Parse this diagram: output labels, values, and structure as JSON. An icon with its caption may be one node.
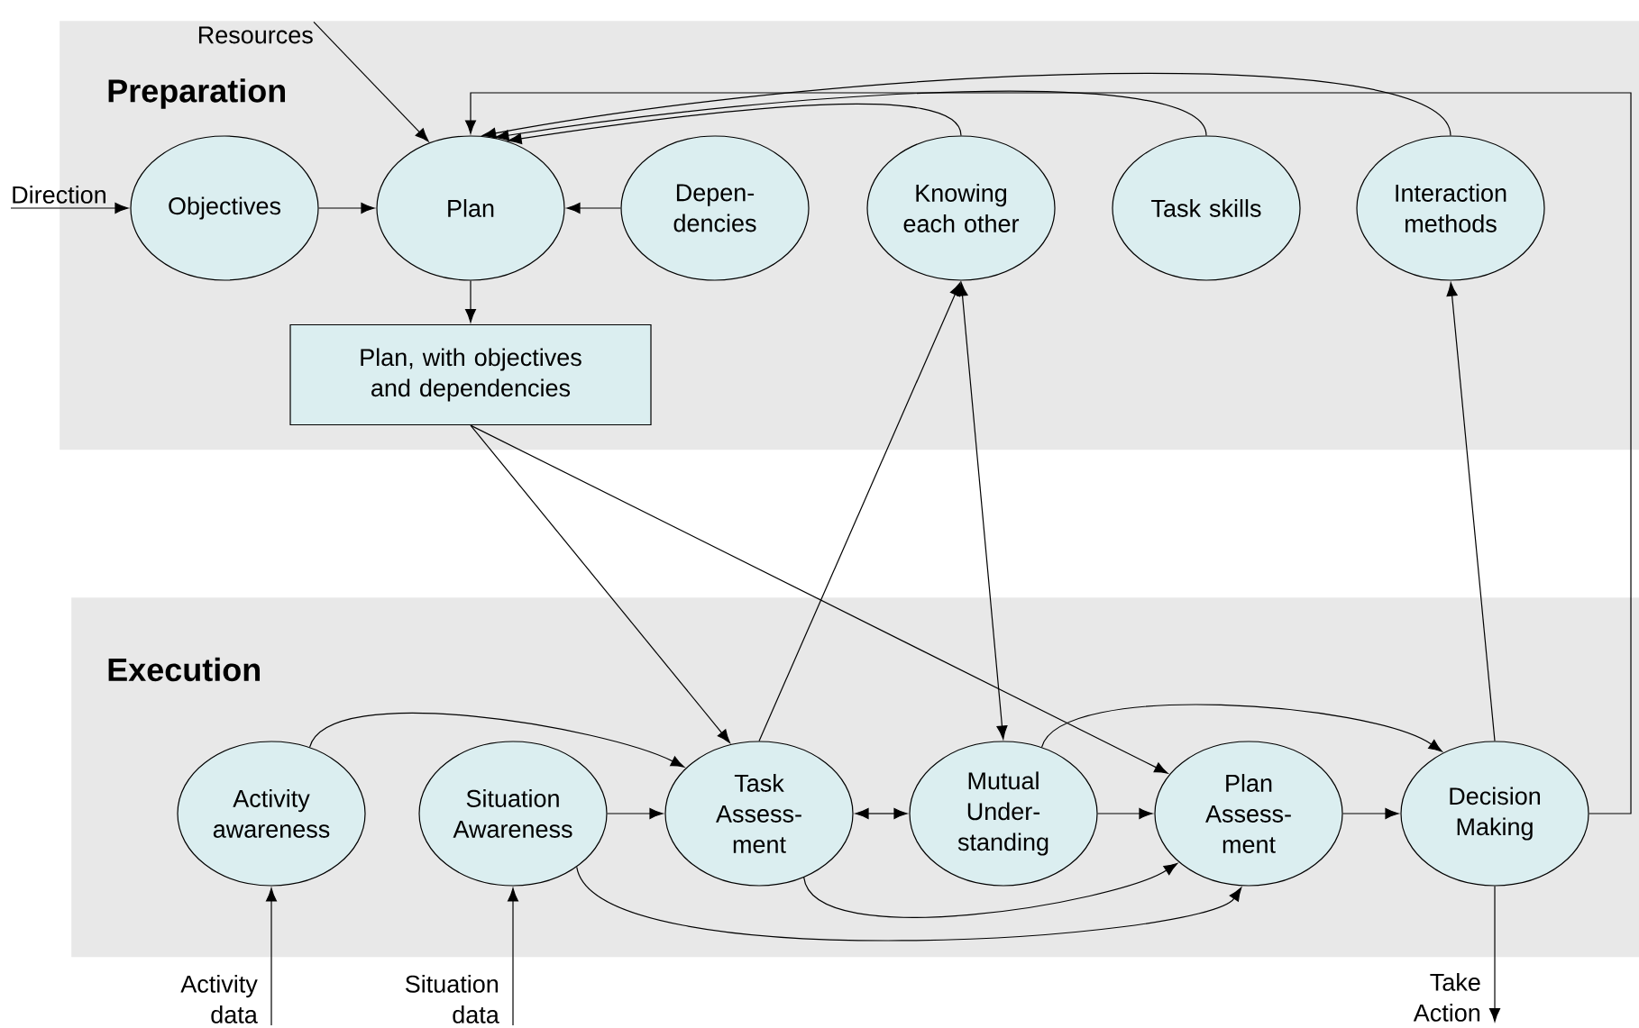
{
  "diagram": {
    "nodes": [
      {
        "text": [
          "Preparation"
        ]
      },
      {
        "text": [
          "Direction"
        ]
      },
      {
        "text": [
          "Resources"
        ],
        "in": 0
      },
      {
        "text": [
          "Objectives"
        ],
        "in": 0
      },
      {
        "text": [
          "Plan"
        ],
        "in": 0
      },
      {
        "text": [
          "Depen- dencies"
        ],
        "in": 0
      },
      {
        "text": [
          "Knowing each other"
        ],
        "in": 0
      },
      {
        "text": [
          "Task skills"
        ],
        "in": 0
      },
      {
        "text": [
          "Interaction methods"
        ],
        "in": 0
      },
      {
        "text": [
          "Plan, with objectives and dependencies"
        ],
        "in": 0
      },
      {
        "text": [
          "Execution"
        ]
      },
      {
        "text": [
          "Activity awareness"
        ],
        "in": 10
      },
      {
        "text": [
          "Situation Awareness"
        ],
        "in": 10
      },
      {
        "text": [
          "Task Assess- ment"
        ],
        "in": 10
      },
      {
        "text": [
          "Mutual Under- standing"
        ],
        "in": 10
      },
      {
        "text": [
          "Plan Assess- ment"
        ],
        "in": 10
      },
      {
        "text": [
          "Decision Making"
        ],
        "in": 10
      },
      {
        "text": [
          "Activity data"
        ]
      },
      {
        "text": [
          "Situation data"
        ]
      },
      {
        "text": [
          "Take Action"
        ]
      }
    ],
    "edges": [
      {
        "from": 1,
        "to": 3,
        "arrow": "to"
      },
      {
        "from": 2,
        "to": 4,
        "arrow": "to"
      },
      {
        "from": 3,
        "to": 4,
        "arrow": "to"
      },
      {
        "from": 5,
        "to": 4,
        "arrow": "to"
      },
      {
        "from": 6,
        "to": 4,
        "arrow": "to"
      },
      {
        "from": 7,
        "to": 4,
        "arrow": "to"
      },
      {
        "from": 8,
        "to": 4,
        "arrow": "to"
      },
      {
        "from": 16,
        "to": 4,
        "arrow": "to"
      },
      {
        "from": 4,
        "to": 9,
        "arrow": "to"
      },
      {
        "from": 9,
        "to": 13,
        "arrow": "to"
      },
      {
        "from": 9,
        "to": 15,
        "arrow": "to"
      },
      {
        "from": 13,
        "to": 6,
        "arrow": "to"
      },
      {
        "from": 6,
        "to": 14,
        "arrow": "both"
      },
      {
        "from": 16,
        "to": 8,
        "arrow": "to"
      },
      {
        "from": 11,
        "to": 13,
        "arrow": "to"
      },
      {
        "from": 12,
        "to": 13,
        "arrow": "to"
      },
      {
        "from": 13,
        "to": 14,
        "arrow": "both"
      },
      {
        "from": 14,
        "to": 15,
        "arrow": "to"
      },
      {
        "from": 14,
        "to": 16,
        "arrow": "to"
      },
      {
        "from": 15,
        "to": 16,
        "arrow": "to"
      },
      {
        "from": 13,
        "to": 15,
        "arrow": "to"
      },
      {
        "from": 12,
        "to": 15,
        "arrow": "to"
      },
      {
        "from": 17,
        "to": 11,
        "arrow": "to"
      },
      {
        "from": 18,
        "to": 12,
        "arrow": "to"
      },
      {
        "from": 16,
        "to": 19,
        "arrow": "to"
      }
    ]
  }
}
